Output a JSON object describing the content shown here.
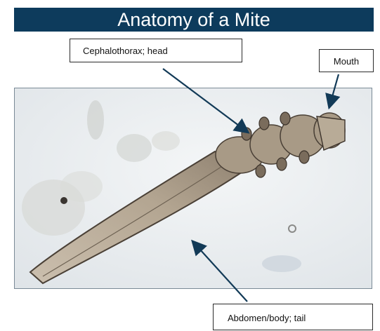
{
  "title": "Anatomy of a Mite",
  "labels": {
    "head": "Cephalothorax; head",
    "mouth": "Mouth",
    "abdomen": "Abdomen/body; tail"
  },
  "colors": {
    "title_bar": "#0d3b5c",
    "arrow": "#123a57",
    "photo_bg": "#eef1f3"
  }
}
